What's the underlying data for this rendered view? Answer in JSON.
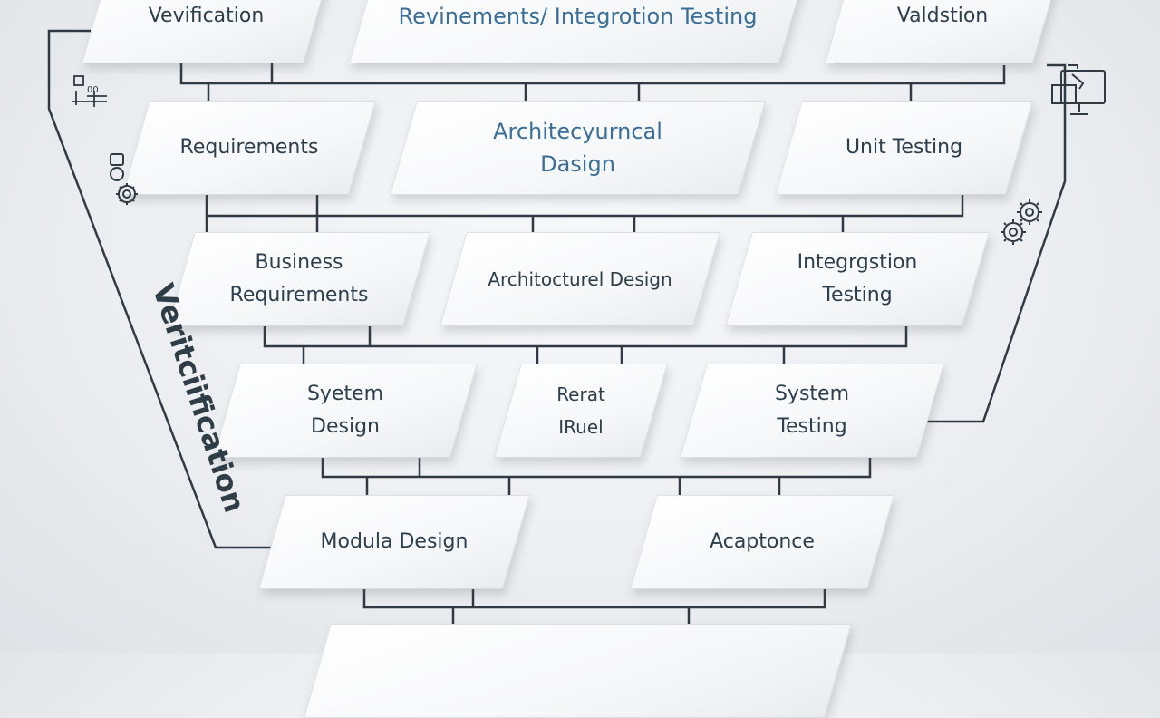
{
  "boxes": {
    "verification_top": "Vevification",
    "integration_top": "Revinements/ Integrotion Testing",
    "validation_top": "Valdstion",
    "requirements": "Requirements",
    "arch_design_1": "Architecyurncal\nDasign",
    "unit_testing": "Unit Testing",
    "business_requirements": "Business\nRequirements",
    "arch_design_2": "Architocturel Design",
    "integration_testing": "Integrgstion Testing",
    "system_design": "Syetem\nDesign",
    "center_label": "Rerat IRuel",
    "system_testing": "System\nTesting",
    "module_design": "Modula Design",
    "acceptance": "Acaptonce",
    "bottom_box": ""
  },
  "side_label": "Veritciification",
  "icons": [
    "grid-chart-icon",
    "gears-icon",
    "gears-icon",
    "monitor-icon"
  ]
}
